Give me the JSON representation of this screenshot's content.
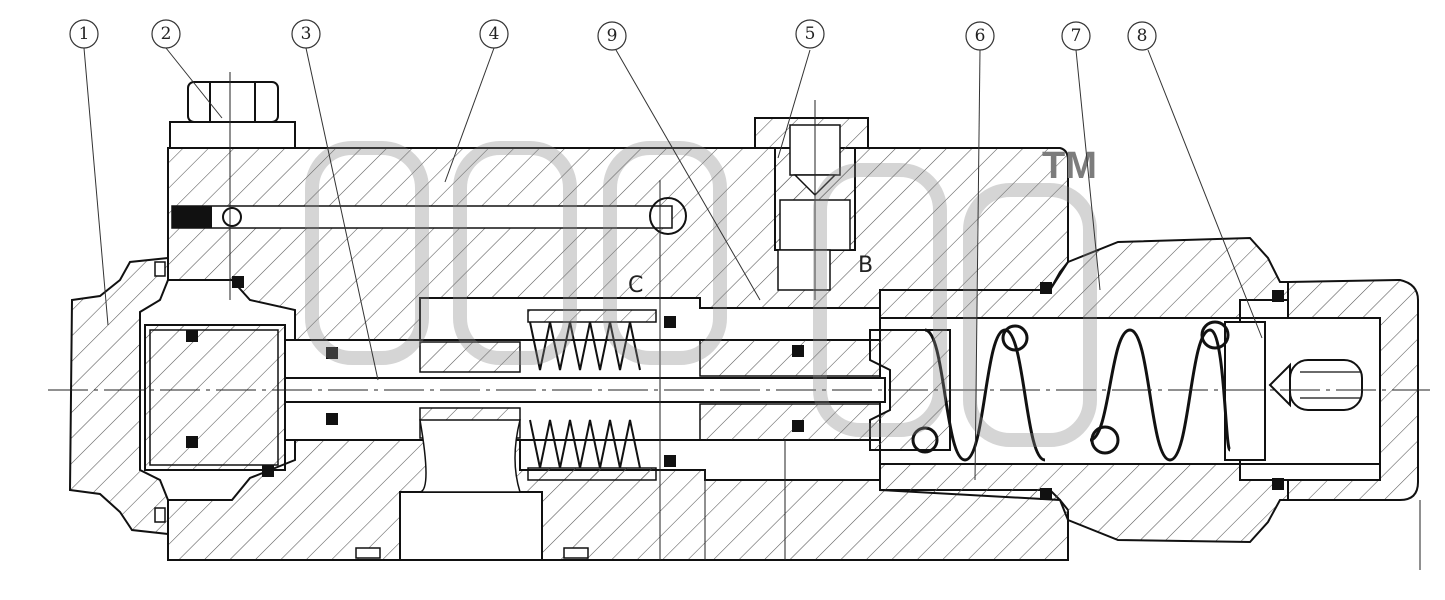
{
  "callouts": [
    {
      "id": "callout-1",
      "label": "1"
    },
    {
      "id": "callout-2",
      "label": "2"
    },
    {
      "id": "callout-3",
      "label": "3"
    },
    {
      "id": "callout-4",
      "label": "4"
    },
    {
      "id": "callout-9",
      "label": "9"
    },
    {
      "id": "callout-5",
      "label": "5"
    },
    {
      "id": "callout-6",
      "label": "6"
    },
    {
      "id": "callout-7",
      "label": "7"
    },
    {
      "id": "callout-8",
      "label": "8"
    }
  ],
  "letters": {
    "b": "B",
    "c": "C"
  },
  "watermark": {
    "trademark": "TM"
  },
  "colors": {
    "ink": "#111111",
    "watermark": "#7c7c7c",
    "background": "#ffffff"
  }
}
